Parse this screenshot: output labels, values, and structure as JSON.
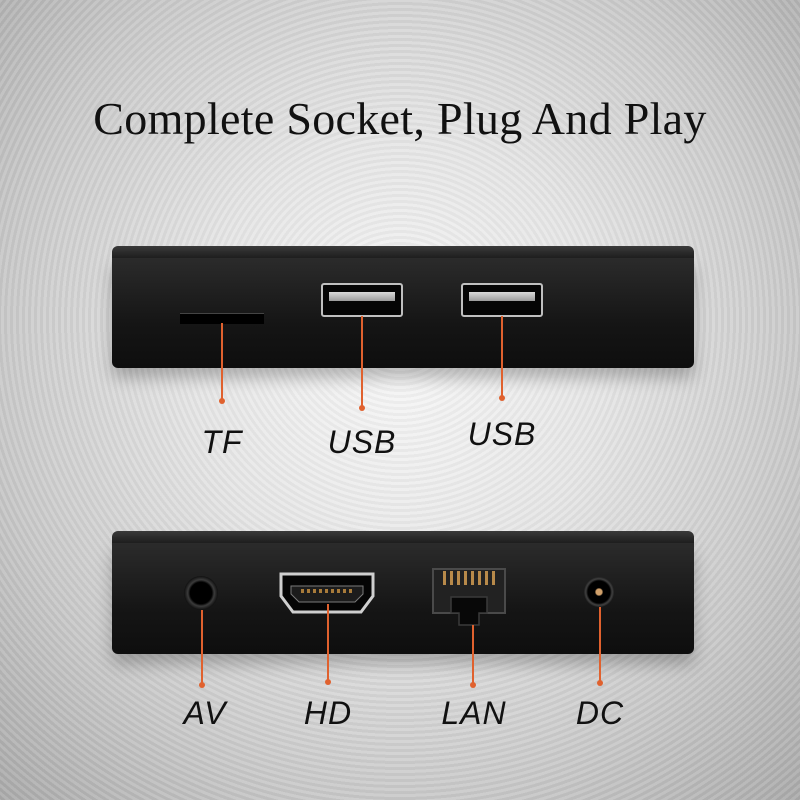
{
  "title": "Complete Socket, Plug And Play",
  "accent_color": "#e0612e",
  "front_panel": {
    "ports": [
      {
        "id": "tf",
        "label": "TF",
        "icon": "tf-slot-icon"
      },
      {
        "id": "usb1",
        "label": "USB",
        "icon": "usb-port-icon"
      },
      {
        "id": "usb2",
        "label": "USB",
        "icon": "usb-port-icon"
      }
    ]
  },
  "back_panel": {
    "ports": [
      {
        "id": "av",
        "label": "AV",
        "icon": "av-jack-icon"
      },
      {
        "id": "hd",
        "label": "HD",
        "icon": "hdmi-port-icon"
      },
      {
        "id": "lan",
        "label": "LAN",
        "icon": "ethernet-port-icon"
      },
      {
        "id": "dc",
        "label": "DC",
        "icon": "dc-power-jack-icon"
      }
    ]
  }
}
